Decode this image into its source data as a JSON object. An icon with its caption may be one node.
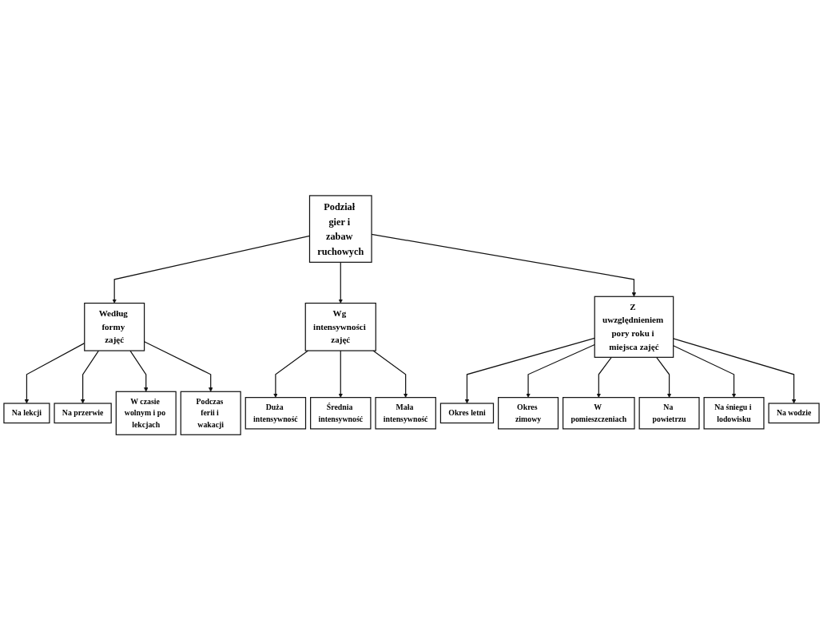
{
  "diagram": {
    "nodes": [
      {
        "text": [
          "Podział gier i zabaw ruchowych"
        ]
      },
      {
        "text": [
          "Według formy zajęć"
        ]
      },
      {
        "text": [
          "Wg intensywności zajęć"
        ]
      },
      {
        "text": [
          "Z uwzględnieniem pory roku i miejsca zajęć"
        ]
      },
      {
        "text": [
          "Na lekcji"
        ]
      },
      {
        "text": [
          "Na przerwie"
        ]
      },
      {
        "text": [
          "W czasie wolnym i po lekcjach"
        ]
      },
      {
        "text": [
          "Podczas ferii i wakacji"
        ]
      },
      {
        "text": [
          "Duża intensywność"
        ]
      },
      {
        "text": [
          "Średnia intensywność"
        ]
      },
      {
        "text": [
          "Mała intensywność"
        ]
      },
      {
        "text": [
          "Okres letni"
        ]
      },
      {
        "text": [
          "Okres zimowy"
        ]
      },
      {
        "text": [
          "W pomieszczeniach"
        ]
      },
      {
        "text": [
          "Na powietrzu"
        ]
      },
      {
        "text": [
          "Na śniegu i lodowisku"
        ]
      },
      {
        "text": [
          "Na wodzie"
        ]
      }
    ],
    "edges": [
      {
        "from": 0,
        "to": 1,
        "arrow": "to"
      },
      {
        "from": 0,
        "to": 2,
        "arrow": "to"
      },
      {
        "from": 0,
        "to": 3,
        "arrow": "to"
      },
      {
        "from": 1,
        "to": 4,
        "arrow": "to"
      },
      {
        "from": 1,
        "to": 5,
        "arrow": "to"
      },
      {
        "from": 1,
        "to": 6,
        "arrow": "to"
      },
      {
        "from": 1,
        "to": 7,
        "arrow": "to"
      },
      {
        "from": 2,
        "to": 8,
        "arrow": "to"
      },
      {
        "from": 2,
        "to": 9,
        "arrow": "to"
      },
      {
        "from": 2,
        "to": 10,
        "arrow": "to"
      },
      {
        "from": 3,
        "to": 11,
        "arrow": "to"
      },
      {
        "from": 3,
        "to": 12,
        "arrow": "to"
      },
      {
        "from": 3,
        "to": 13,
        "arrow": "to"
      },
      {
        "from": 3,
        "to": 14,
        "arrow": "to"
      },
      {
        "from": 3,
        "to": 15,
        "arrow": "to"
      },
      {
        "from": 3,
        "to": 16,
        "arrow": "to"
      }
    ]
  }
}
